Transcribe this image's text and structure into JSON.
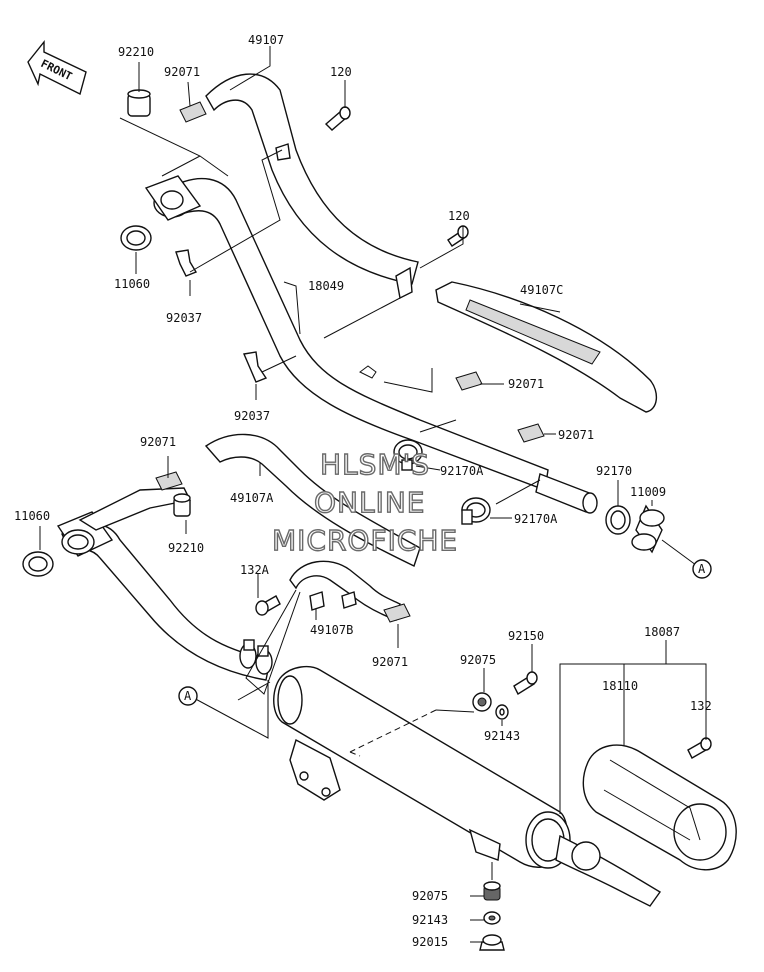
{
  "front_label": "FRONT",
  "watermark": [
    "HLSM'S",
    "ONLINE",
    "MICROFICHE"
  ],
  "callout_letter": "A",
  "parts": {
    "p92210_top": "92210",
    "p49107": "49107",
    "p92071_top": "92071",
    "p120_top": "120",
    "p11060_top": "11060",
    "p92037_top": "92037",
    "p120_mid": "120",
    "p18049": "18049",
    "p49107c": "49107C",
    "p92037_mid": "92037",
    "p92071_right": "92071",
    "p92071_right2": "92071",
    "p92071_left": "92071",
    "p92170a_1": "92170A",
    "p49107a": "49107A",
    "p92170": "92170",
    "p11009": "11009",
    "p11060_bot": "11060",
    "p92210_bot": "92210",
    "p92170a_2": "92170A",
    "p132a": "132A",
    "p49107b": "49107B",
    "p92071_bot": "92071",
    "p92150": "92150",
    "p18087": "18087",
    "p92075_mid": "92075",
    "p92143_mid": "92143",
    "p18110": "18110",
    "p132": "132",
    "p92075_bot": "92075",
    "p92143_bot": "92143",
    "p92015": "92015"
  }
}
